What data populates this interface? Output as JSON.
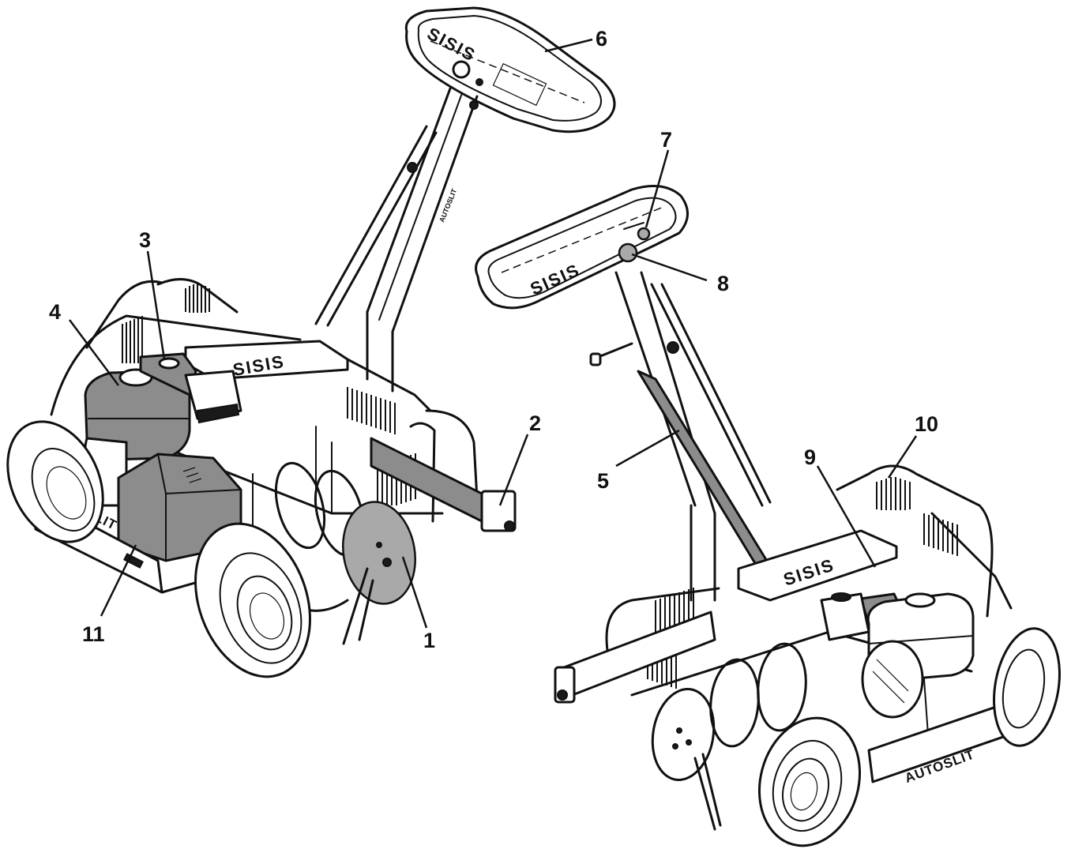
{
  "callouts": [
    {
      "id": "1",
      "label": "1"
    },
    {
      "id": "2",
      "label": "2"
    },
    {
      "id": "3",
      "label": "3"
    },
    {
      "id": "4",
      "label": "4"
    },
    {
      "id": "5",
      "label": "5"
    },
    {
      "id": "6",
      "label": "6"
    },
    {
      "id": "7",
      "label": "7"
    },
    {
      "id": "8",
      "label": "8"
    },
    {
      "id": "9",
      "label": "9"
    },
    {
      "id": "10",
      "label": "10"
    },
    {
      "id": "11",
      "label": "11"
    }
  ],
  "markings": {
    "logo": "SISIS",
    "brand": "AUTOSLIT"
  }
}
